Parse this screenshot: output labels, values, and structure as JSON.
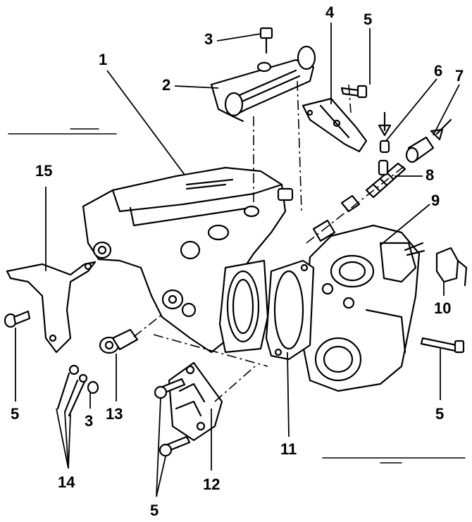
{
  "callouts": {
    "c1": "1",
    "c2": "2",
    "c3_top": "3",
    "c4": "4",
    "c5_top": "5",
    "c6": "6",
    "c7": "7",
    "c8": "8",
    "c9": "9",
    "c10": "10",
    "c11": "11",
    "c12": "12",
    "c13": "13",
    "c14": "14",
    "c15": "15",
    "c5_left": "5",
    "c3_bottom": "3",
    "c5_right": "5",
    "c5_bottom": "5"
  }
}
